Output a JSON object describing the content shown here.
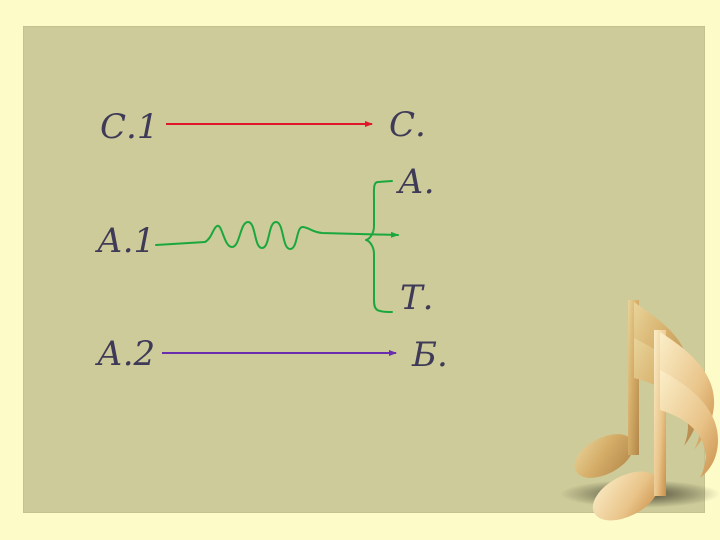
{
  "diagram": {
    "sources": {
      "c1": "С.1",
      "a1": "А.1",
      "a2": "А.2"
    },
    "targets": {
      "c": "С.",
      "a": "А.",
      "t": "Т.",
      "b": "Б."
    }
  },
  "colors": {
    "background": "#fdfbc8",
    "panel": "#cdcb99",
    "text": "#3e3a57",
    "arrow_c1": "#e0162b",
    "arrow_a1": "#1aa83e",
    "arrow_a2": "#6a2dae"
  },
  "decoration": {
    "icon": "music-note-icon"
  }
}
